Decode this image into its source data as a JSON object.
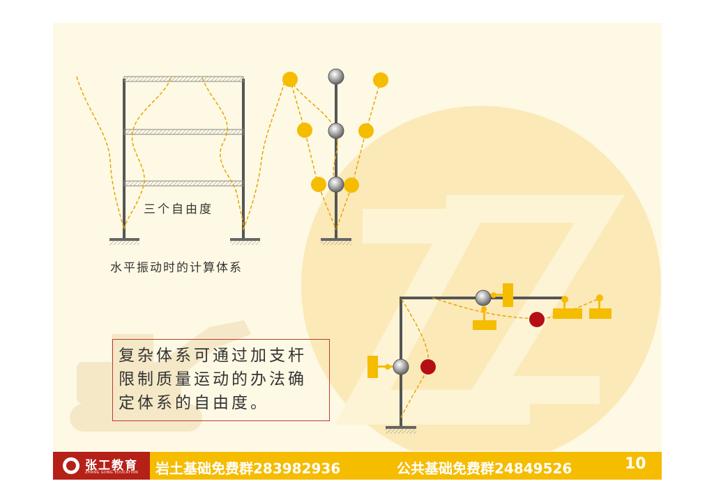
{
  "figure": {
    "dof_label": "三个自由度",
    "horizontal_label": "水平振动时的计算体系"
  },
  "note": {
    "text": "复杂体系可通过加支杆限制质量运动的办法确定体系的自由度。"
  },
  "footer": {
    "brand_name": "张工教育",
    "brand_sub": "ZHANG GONG EDUCATION",
    "group_geotech": "岩土基础免费群283982936",
    "group_public": "公共基础免费群24849526",
    "page_number": "10"
  },
  "colors": {
    "accent_yellow": "#f5bc00",
    "brand_red": "#b52017",
    "mass_red": "#b30f14",
    "frame_gray": "#555555",
    "slide_bg": "#fdf9e4"
  }
}
